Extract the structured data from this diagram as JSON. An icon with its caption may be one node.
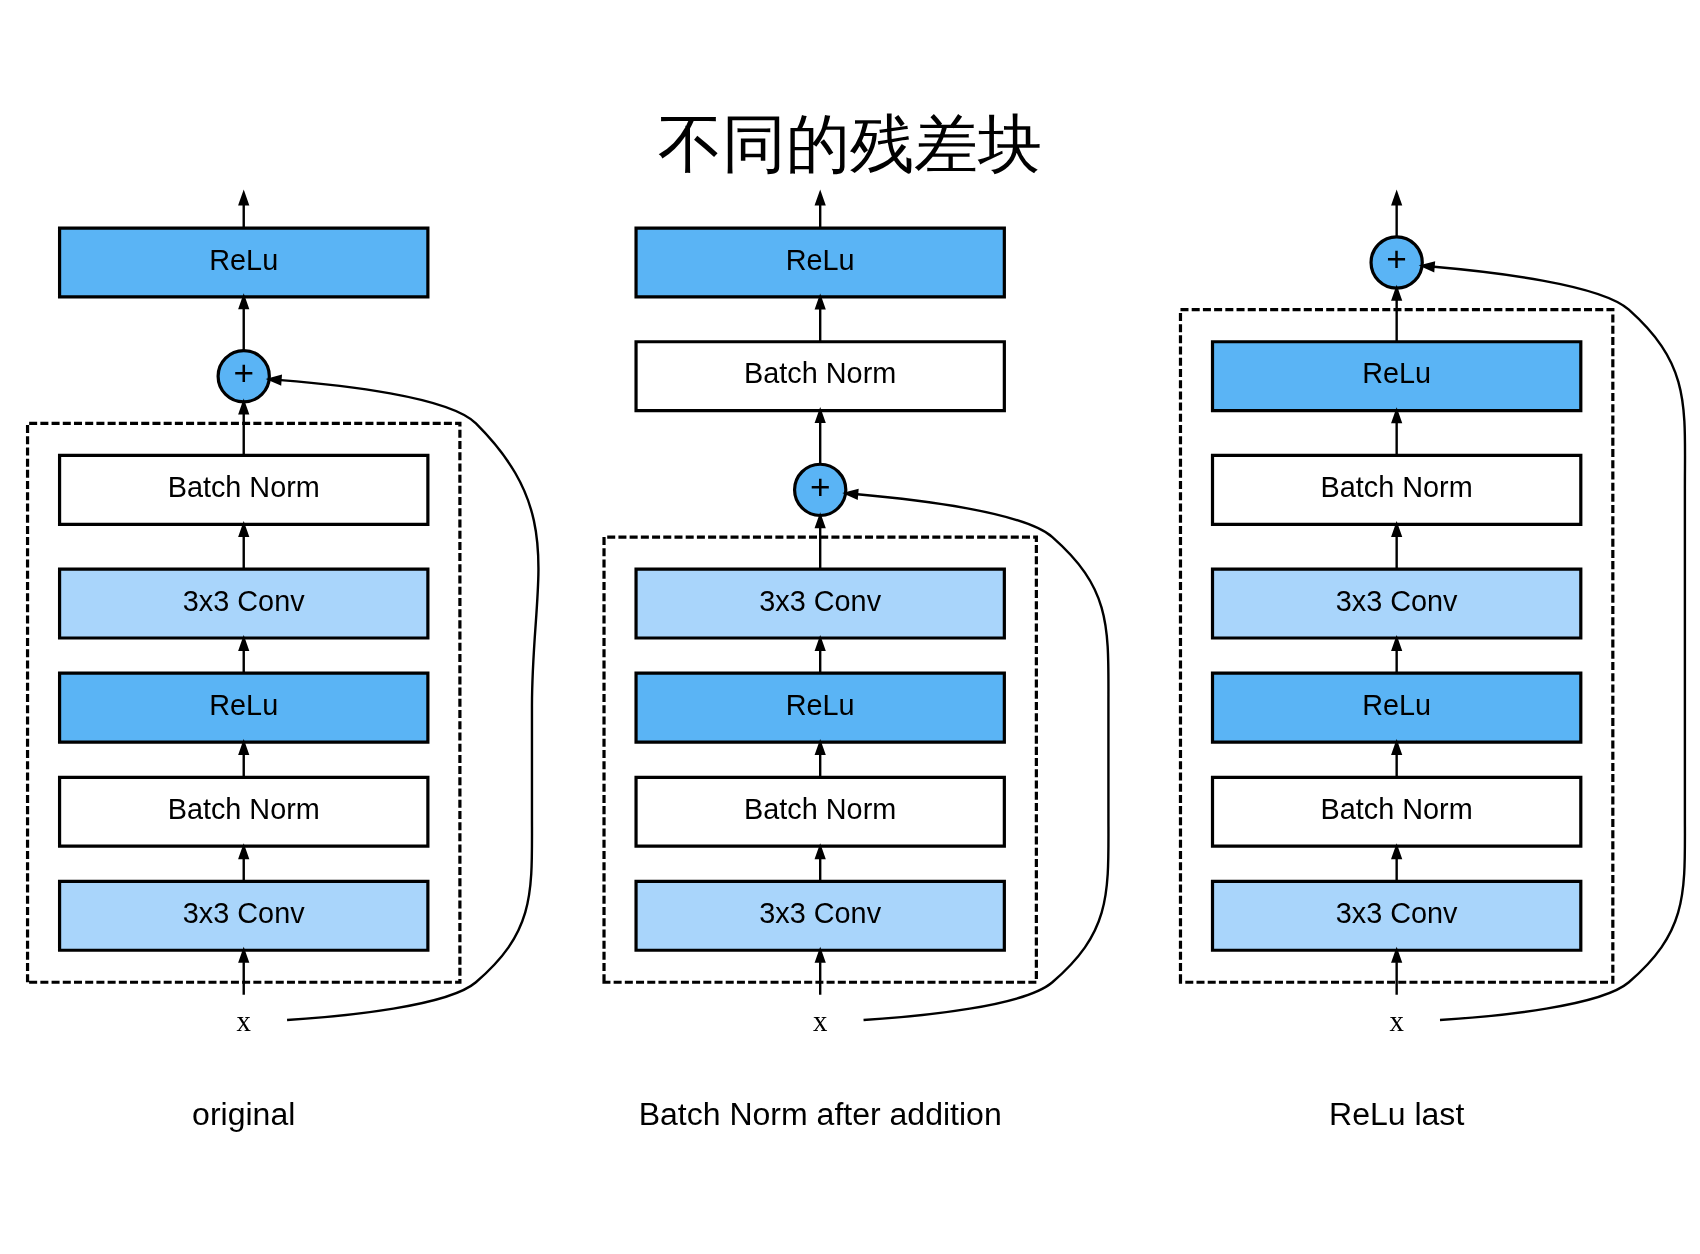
{
  "diagram": {
    "title": "不同的残差块",
    "nodes": [
      {
        "text": [
          "ReLu"
        ]
      },
      {
        "text": [
          "+"
        ]
      },
      {
        "text": [],
        "shape": "box"
      },
      {
        "text": [
          "Batch Norm"
        ],
        "in": 2
      },
      {
        "text": [
          "3x3 Conv"
        ],
        "in": 2
      },
      {
        "text": [
          "ReLu"
        ],
        "in": 2
      },
      {
        "text": [
          "Batch Norm"
        ],
        "in": 2
      },
      {
        "text": [
          "3x3 Conv"
        ],
        "in": 2
      },
      {
        "text": [
          "x"
        ]
      },
      {
        "text": [
          "ReLu"
        ]
      },
      {
        "text": [
          "Batch Norm"
        ]
      },
      {
        "text": [
          "+"
        ]
      },
      {
        "text": [],
        "shape": "box"
      },
      {
        "text": [
          "3x3 Conv"
        ],
        "in": 12
      },
      {
        "text": [
          "ReLu"
        ],
        "in": 12
      },
      {
        "text": [
          "Batch Norm"
        ],
        "in": 12
      },
      {
        "text": [
          "3x3 Conv"
        ],
        "in": 12
      },
      {
        "text": [
          "x"
        ]
      },
      {
        "text": [
          "+"
        ]
      },
      {
        "text": [],
        "shape": "box"
      },
      {
        "text": [
          "ReLu"
        ],
        "in": 19
      },
      {
        "text": [
          "Batch Norm"
        ],
        "in": 19
      },
      {
        "text": [
          "3x3 Conv"
        ],
        "in": 19
      },
      {
        "text": [
          "ReLu"
        ],
        "in": 19
      },
      {
        "text": [
          "Batch Norm"
        ],
        "in": 19
      },
      {
        "text": [
          "3x3 Conv"
        ],
        "in": 19
      },
      {
        "text": [
          "x"
        ]
      }
    ],
    "edges": [
      {
        "from": 8,
        "to": 7,
        "arrow": "to"
      },
      {
        "from": 7,
        "to": 6,
        "arrow": "to"
      },
      {
        "from": 6,
        "to": 5,
        "arrow": "to"
      },
      {
        "from": 5,
        "to": 4,
        "arrow": "to"
      },
      {
        "from": 4,
        "to": 3,
        "arrow": "to"
      },
      {
        "from": 3,
        "to": 1,
        "arrow": "to"
      },
      {
        "from": 8,
        "to": 1,
        "arrow": "to"
      },
      {
        "from": 1,
        "to": 0,
        "arrow": "to"
      },
      {
        "from": 0,
        "to": null,
        "arrow": "to"
      },
      {
        "from": 17,
        "to": 16,
        "arrow": "to"
      },
      {
        "from": 16,
        "to": 15,
        "arrow": "to"
      },
      {
        "from": 15,
        "to": 14,
        "arrow": "to"
      },
      {
        "from": 14,
        "to": 13,
        "arrow": "to"
      },
      {
        "from": 13,
        "to": 11,
        "arrow": "to"
      },
      {
        "from": 17,
        "to": 11,
        "arrow": "to"
      },
      {
        "from": 11,
        "to": 10,
        "arrow": "to"
      },
      {
        "from": 10,
        "to": 9,
        "arrow": "to"
      },
      {
        "from": 9,
        "to": null,
        "arrow": "to"
      },
      {
        "from": 26,
        "to": 25,
        "arrow": "to"
      },
      {
        "from": 25,
        "to": 24,
        "arrow": "to"
      },
      {
        "from": 24,
        "to": 23,
        "arrow": "to"
      },
      {
        "from": 23,
        "to": 22,
        "arrow": "to"
      },
      {
        "from": 22,
        "to": 21,
        "arrow": "to"
      },
      {
        "from": 21,
        "to": 20,
        "arrow": "to"
      },
      {
        "from": 20,
        "to": 18,
        "arrow": "to"
      },
      {
        "from": 26,
        "to": 18,
        "arrow": "to"
      },
      {
        "from": 18,
        "to": null,
        "arrow": "to"
      }
    ],
    "labels": [
      "original",
      "Batch Norm after addition",
      "ReLu last"
    ]
  }
}
